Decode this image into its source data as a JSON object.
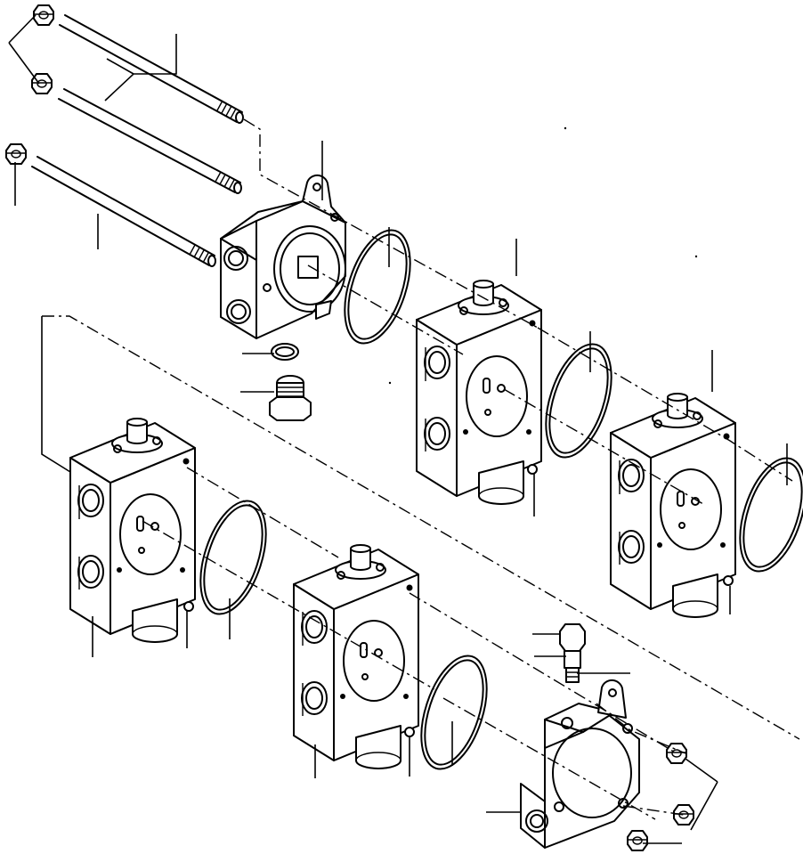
{
  "diagram": {
    "parts": [
      "tie-rod-nut",
      "tie-rod",
      "inlet-cover",
      "o-ring",
      "sealing-washer",
      "plug",
      "valve-section",
      "check-ball",
      "relief-valve",
      "outlet-cover"
    ]
  }
}
